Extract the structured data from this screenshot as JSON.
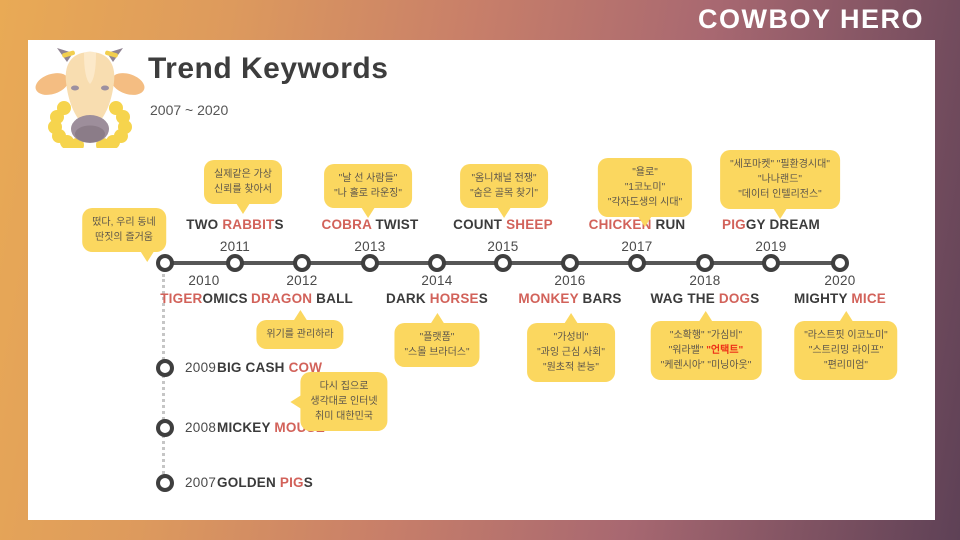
{
  "page": {
    "brand": "COWBOY HERO",
    "title": "Trend Keywords",
    "subtitle": "2007 ~ 2020"
  },
  "colors": {
    "accent_red": "#d2625a",
    "highlight_red": "#ee3018",
    "bubble_yellow": "#fbd75f",
    "background_gradient_left": "#e9aa55",
    "background_gradient_right": "#5e4156",
    "card_background": "#ffffff",
    "timeline_line": "#575757"
  },
  "icons": {
    "mascot": "cow-head-icon"
  },
  "timeline": {
    "main_nodes": [
      {
        "year": "2010",
        "side": "below",
        "parts": [
          {
            "t": "TIGER",
            "red": true
          },
          {
            "t": "OMICS"
          }
        ]
      },
      {
        "year": "2011",
        "side": "above",
        "parts": [
          {
            "t": "TWO "
          },
          {
            "t": "RABBIT",
            "red": true
          },
          {
            "t": "S"
          }
        ]
      },
      {
        "year": "2012",
        "side": "below",
        "parts": [
          {
            "t": "DRAGON",
            "red": true
          },
          {
            "t": " BALL"
          }
        ]
      },
      {
        "year": "2013",
        "side": "above",
        "parts": [
          {
            "t": "COBRA",
            "red": true
          },
          {
            "t": " TWIST"
          }
        ]
      },
      {
        "year": "2014",
        "side": "below",
        "parts": [
          {
            "t": "DARK "
          },
          {
            "t": "HORSE",
            "red": true
          },
          {
            "t": "S"
          }
        ]
      },
      {
        "year": "2015",
        "side": "above",
        "parts": [
          {
            "t": "COUNT "
          },
          {
            "t": "SHEEP",
            "red": true
          }
        ]
      },
      {
        "year": "2016",
        "side": "below",
        "parts": [
          {
            "t": "MONKEY",
            "red": true
          },
          {
            "t": " BARS"
          }
        ]
      },
      {
        "year": "2017",
        "side": "above",
        "parts": [
          {
            "t": "CHICKEN",
            "red": true
          },
          {
            "t": " RUN"
          }
        ]
      },
      {
        "year": "2018",
        "side": "below",
        "parts": [
          {
            "t": "WAG THE "
          },
          {
            "t": "DOG",
            "red": true
          },
          {
            "t": "S"
          }
        ]
      },
      {
        "year": "2019",
        "side": "above",
        "parts": [
          {
            "t": "PIG",
            "red": true
          },
          {
            "t": "GY DREAM"
          }
        ]
      },
      {
        "year": "2020",
        "side": "below",
        "parts": [
          {
            "t": "MIGHTY "
          },
          {
            "t": "MICE",
            "red": true
          }
        ]
      }
    ],
    "side_nodes": [
      {
        "year": "2009",
        "parts": [
          {
            "t": "BIG CASH "
          },
          {
            "t": "COW",
            "red": true
          }
        ]
      },
      {
        "year": "2008",
        "parts": [
          {
            "t": "MICKEY "
          },
          {
            "t": "MOUSE",
            "red": true
          }
        ]
      },
      {
        "year": "2007",
        "parts": [
          {
            "t": "GOLDEN "
          },
          {
            "t": "PIG",
            "red": true
          },
          {
            "t": "S"
          }
        ]
      }
    ],
    "bubbles": [
      {
        "id": "b2010",
        "lines": [
          "떴다, 우리 동네",
          "딴짓의 즐거움"
        ]
      },
      {
        "id": "b2011",
        "lines": [
          "실제같은 가상",
          "신뢰를 찾아서"
        ]
      },
      {
        "id": "b2013",
        "lines": [
          "\"날 선 사람들\"",
          "\"나 홀로 라운징\""
        ]
      },
      {
        "id": "b2015",
        "lines": [
          "\"옴니채널 전쟁\"",
          "\"숨은 골목 찾기\""
        ]
      },
      {
        "id": "b2017",
        "lines": [
          "\"욜로\"",
          "\"1코노미\"",
          "\"각자도생의 시대\""
        ]
      },
      {
        "id": "b2019",
        "lines": [
          "\"세포마켓\" \"필환경시대\"",
          "\"나나랜드\"",
          "\"데이터 인텔리전스\""
        ]
      },
      {
        "id": "b2012",
        "lines": [
          "위기를 관리하라"
        ]
      },
      {
        "id": "b2014",
        "lines": [
          "\"플랫폼\"",
          "\"스몰 브라더스\""
        ]
      },
      {
        "id": "b2016",
        "lines": [
          "\"가성비\"",
          "\"과잉 근심 사회\"",
          "\"원초적 본능\""
        ]
      },
      {
        "id": "b2018",
        "lines": [
          "\"소확행\" \"가심비\"",
          [
            {
              "t": "\"워라밸\" "
            },
            {
              "t": "\"언택트\"",
              "red": true
            }
          ],
          "\"케렌시아\" \"미닝아웃\""
        ]
      },
      {
        "id": "b2020",
        "lines": [
          "\"라스트핏 이코노미\"",
          "\"스트리밍 라이프\"",
          "\"편리미엄\""
        ]
      },
      {
        "id": "b2009",
        "lines": [
          "다시 집으로",
          "생각대로 인터넷",
          "취미 대한민국"
        ]
      }
    ]
  }
}
